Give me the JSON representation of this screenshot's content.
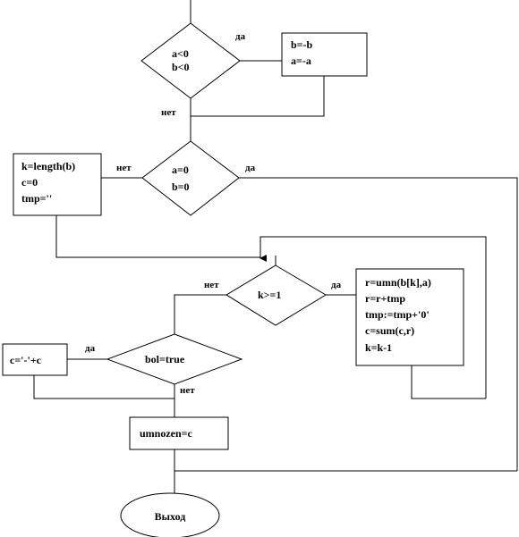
{
  "cond1": {
    "line1": "a<0",
    "line2": "b<0",
    "yes": "да",
    "no": "нет"
  },
  "neg_block": {
    "line1": "b=-b",
    "line2": "a=-a"
  },
  "cond2": {
    "line1": "a=0",
    "line2": "b=0",
    "yes": "да",
    "no": "нет"
  },
  "init_block": {
    "line1": "k=length(b)",
    "line2": "c=0",
    "line3": "tmp=''"
  },
  "cond3": {
    "text": "k>=1",
    "yes": "да",
    "no": "нет"
  },
  "loop_block": {
    "line1": "r=umn(b[k],a)",
    "line2": "r=r+tmp",
    "line3": "tmp:=tmp+'0'",
    "line4": "c=sum(c,r)",
    "line5": "k=k-1"
  },
  "cond4": {
    "text": "bol=true",
    "yes": "да",
    "no": "нет"
  },
  "sign_block": {
    "text": "c='-'+c"
  },
  "assign_block": {
    "text": "umnozen=c"
  },
  "end_block": {
    "text": "Выход"
  }
}
